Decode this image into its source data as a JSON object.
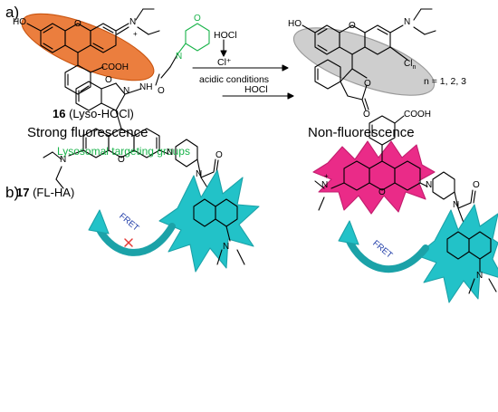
{
  "panel_a": {
    "label": "a)",
    "reactant": {
      "compound_number": "16",
      "compound_name": "(Lyso-HOCl)",
      "fluorescence_text": "Strong fluorescence",
      "targeting_text": "Lysosomal targeting groups"
    },
    "arrow": {
      "reagent_top": "HOCl",
      "reagent_species": "Cl⁺",
      "condition": "acidic conditions"
    },
    "product": {
      "fluorescence_text": "Non-fluorescence",
      "substituent": "n = 1, 2, 3"
    }
  },
  "panel_b": {
    "label": "b)",
    "reactant": {
      "compound_number": "17",
      "compound_name": "(FL-HA)",
      "fret_text": "FRET"
    },
    "arrow": {
      "reagent": "HOCl"
    },
    "product": {
      "fret_text": "FRET"
    }
  },
  "atoms": {
    "ho": "HO",
    "o": "O",
    "n": "N",
    "n_plus": "N",
    "plus": "+",
    "cooh": "COOH",
    "o2": "O",
    "nh": "NH",
    "cl": "Cl",
    "cl_sub": "n"
  },
  "colors": {
    "xanthene_highlight": "#e8671c",
    "closed_ring_highlight": "#bdbdbd",
    "magenta_fluorophore": "#ea2b88",
    "cyan_donor": "#22c2c8",
    "fret_text": "#1f3ca8",
    "green_text": "#19b34a",
    "blocked_cross": "#e53935"
  }
}
